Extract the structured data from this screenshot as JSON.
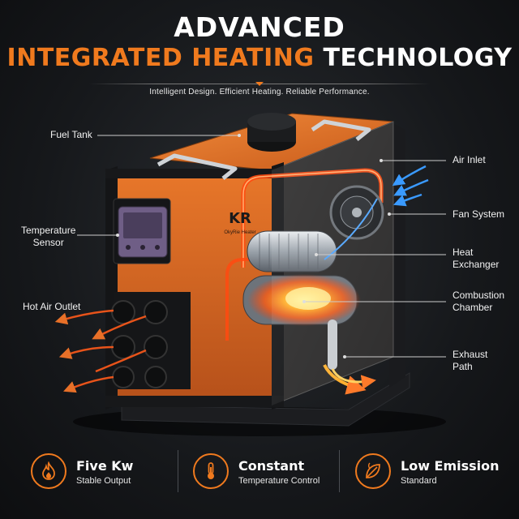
{
  "header": {
    "title_line1": "ADVANCED",
    "title_line2_orange": "INTEGRATED HEATING",
    "title_line2_white": "TECHNOLOGY",
    "subtitle": "Intelligent Design. Efficient Heating. Reliable Performance."
  },
  "brand": {
    "logo_letters": "KR",
    "logo_text": "OkyRie Heater"
  },
  "callouts": {
    "fuel_tank": "Fuel Tank",
    "air_inlet": "Air Inlet",
    "temperature_sensor_l1": "Temperature",
    "temperature_sensor_l2": "Sensor",
    "fan_system": "Fan System",
    "heat_exchanger_l1": "Heat",
    "heat_exchanger_l2": "Exchanger",
    "hot_air_outlet": "Hot Air Outlet",
    "combustion_chamber_l1": "Combustion",
    "combustion_chamber_l2": "Chamber",
    "exhaust_path_l1": "Exhaust",
    "exhaust_path_l2": "Path"
  },
  "features": [
    {
      "icon": "flame-icon",
      "title": "Five Kw",
      "subtitle": "Stable Output"
    },
    {
      "icon": "thermometer-icon",
      "title": "Constant",
      "subtitle": "Temperature Control"
    },
    {
      "icon": "leaf-icon",
      "title": "Low Emission",
      "subtitle": "Standard"
    }
  ],
  "colors": {
    "accent": "#f07a1e",
    "body_orange": "#e8772a",
    "background": "#16181b",
    "hot_glow": "#ff5a1a",
    "cool_air": "#2f8fff"
  }
}
